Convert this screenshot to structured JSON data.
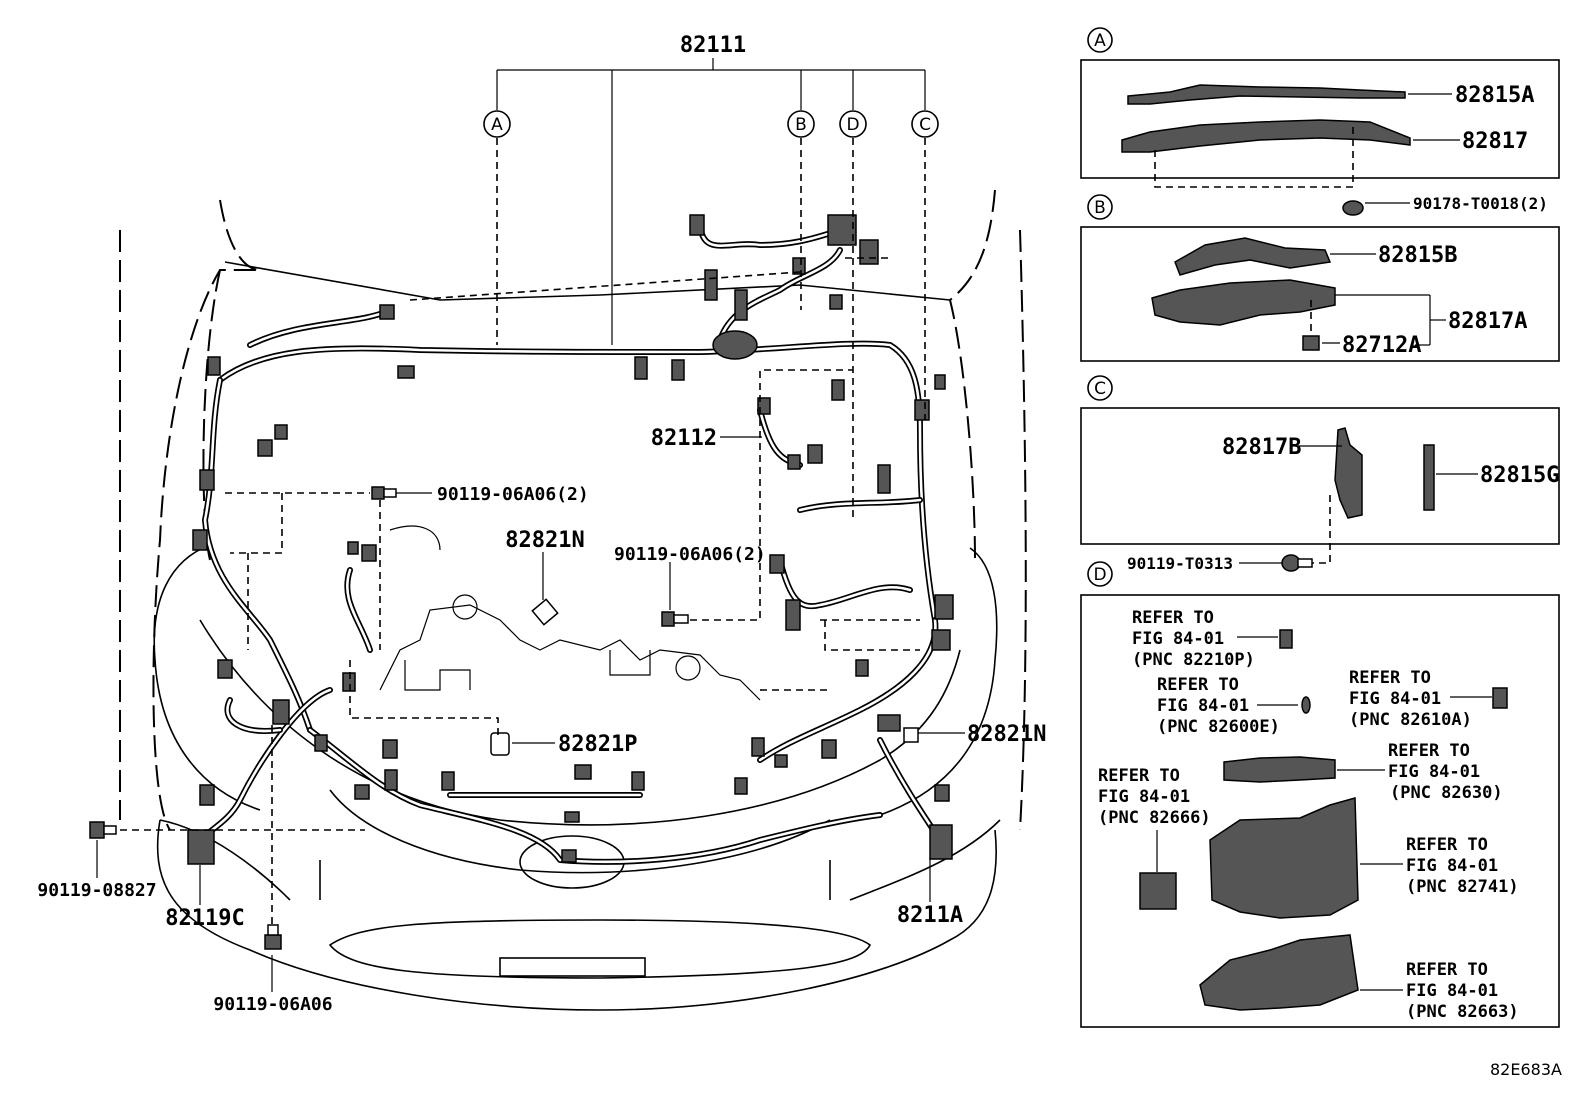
{
  "figure_code": "82E683A",
  "main": {
    "top_part": "82111",
    "callouts": [
      "A",
      "B",
      "D",
      "C"
    ],
    "labels": {
      "p82112": "82112",
      "p82821N_center": "82821N",
      "p82821N_right": "82821N",
      "p82821P": "82821P",
      "bolt_left_upper": "90119-06A06(2)",
      "bolt_center": "90119-06A06(2)",
      "bolt_left_lower": "90119-08827",
      "p82119C": "82119C",
      "bolt_bottom": "90119-06A06",
      "p8211A": "8211A"
    }
  },
  "panels": {
    "A": {
      "letter": "A",
      "parts": [
        "82815A",
        "82817"
      ],
      "fastener": "90178-T0018(2)"
    },
    "B": {
      "letter": "B",
      "parts": [
        "82815B",
        "82817A",
        "82712A"
      ]
    },
    "C": {
      "letter": "C",
      "parts": [
        "82817B",
        "82815G"
      ],
      "fastener": "90119-T0313"
    },
    "D": {
      "letter": "D",
      "refs": [
        {
          "l1": "REFER TO",
          "l2": "FIG 84-01",
          "l3": "(PNC 82210P)"
        },
        {
          "l1": "REFER TO",
          "l2": "FIG 84-01",
          "l3": "(PNC 82600E)"
        },
        {
          "l1": "REFER TO",
          "l2": "FIG 84-01",
          "l3": "(PNC 82610A)"
        },
        {
          "l1": "REFER TO",
          "l2": "FIG 84-01",
          "l3": "(PNC 82630)"
        },
        {
          "l1": "REFER TO",
          "l2": "FIG 84-01",
          "l3": "(PNC 82666)"
        },
        {
          "l1": "REFER TO",
          "l2": "FIG 84-01",
          "l3": "(PNC 82741)"
        },
        {
          "l1": "REFER TO",
          "l2": "FIG 84-01",
          "l3": "(PNC 82663)"
        }
      ]
    }
  }
}
